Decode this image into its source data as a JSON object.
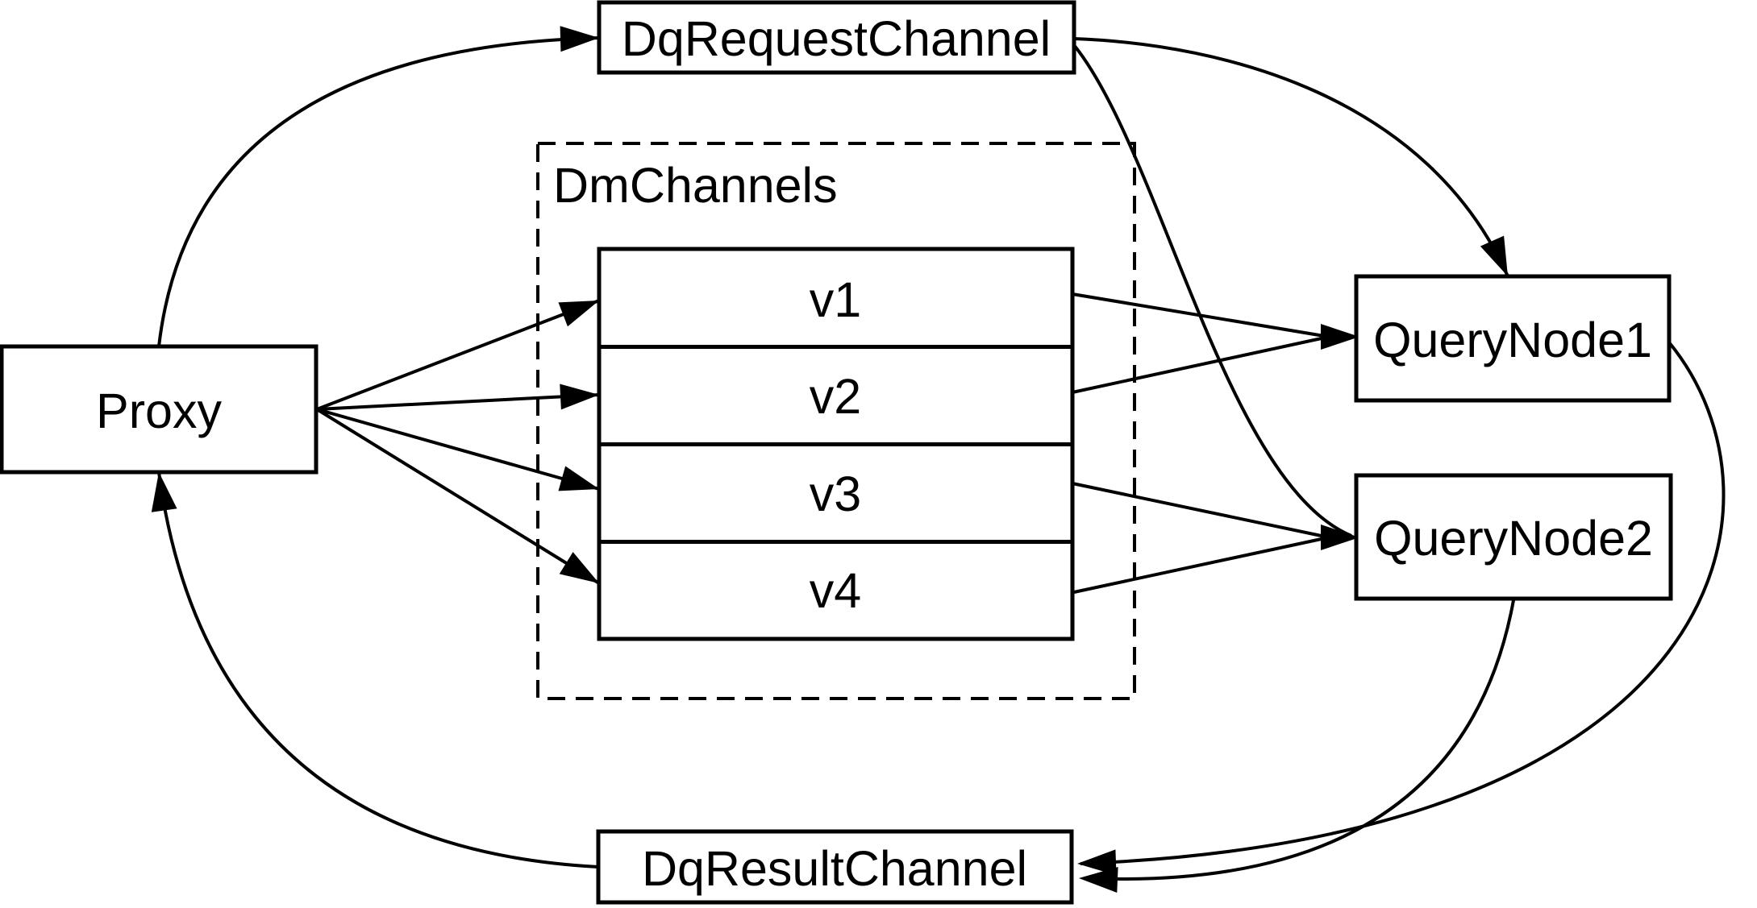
{
  "diagram": {
    "nodes": {
      "dq_request_channel": {
        "label": "DqRequestChannel"
      },
      "proxy": {
        "label": "Proxy"
      },
      "dm_channels": {
        "label": "DmChannels",
        "channels": [
          "v1",
          "v2",
          "v3",
          "v4"
        ]
      },
      "query_node_1": {
        "label": "QueryNode1"
      },
      "query_node_2": {
        "label": "QueryNode2"
      },
      "dq_result_channel": {
        "label": "DqResultChannel"
      }
    },
    "edges": [
      {
        "from": "Proxy",
        "to": "DqRequestChannel"
      },
      {
        "from": "Proxy",
        "to": "v1"
      },
      {
        "from": "Proxy",
        "to": "v2"
      },
      {
        "from": "Proxy",
        "to": "v3"
      },
      {
        "from": "Proxy",
        "to": "v4"
      },
      {
        "from": "v1",
        "to": "QueryNode1"
      },
      {
        "from": "v2",
        "to": "QueryNode1"
      },
      {
        "from": "v3",
        "to": "QueryNode2"
      },
      {
        "from": "v4",
        "to": "QueryNode2"
      },
      {
        "from": "DqRequestChannel",
        "to": "QueryNode1"
      },
      {
        "from": "DqRequestChannel",
        "to": "QueryNode2"
      },
      {
        "from": "QueryNode1",
        "to": "DqResultChannel"
      },
      {
        "from": "QueryNode2",
        "to": "DqResultChannel"
      },
      {
        "from": "DqResultChannel",
        "to": "Proxy"
      }
    ],
    "colors": {
      "stroke": "#000000",
      "fill": "#ffffff",
      "text": "#000000"
    }
  }
}
